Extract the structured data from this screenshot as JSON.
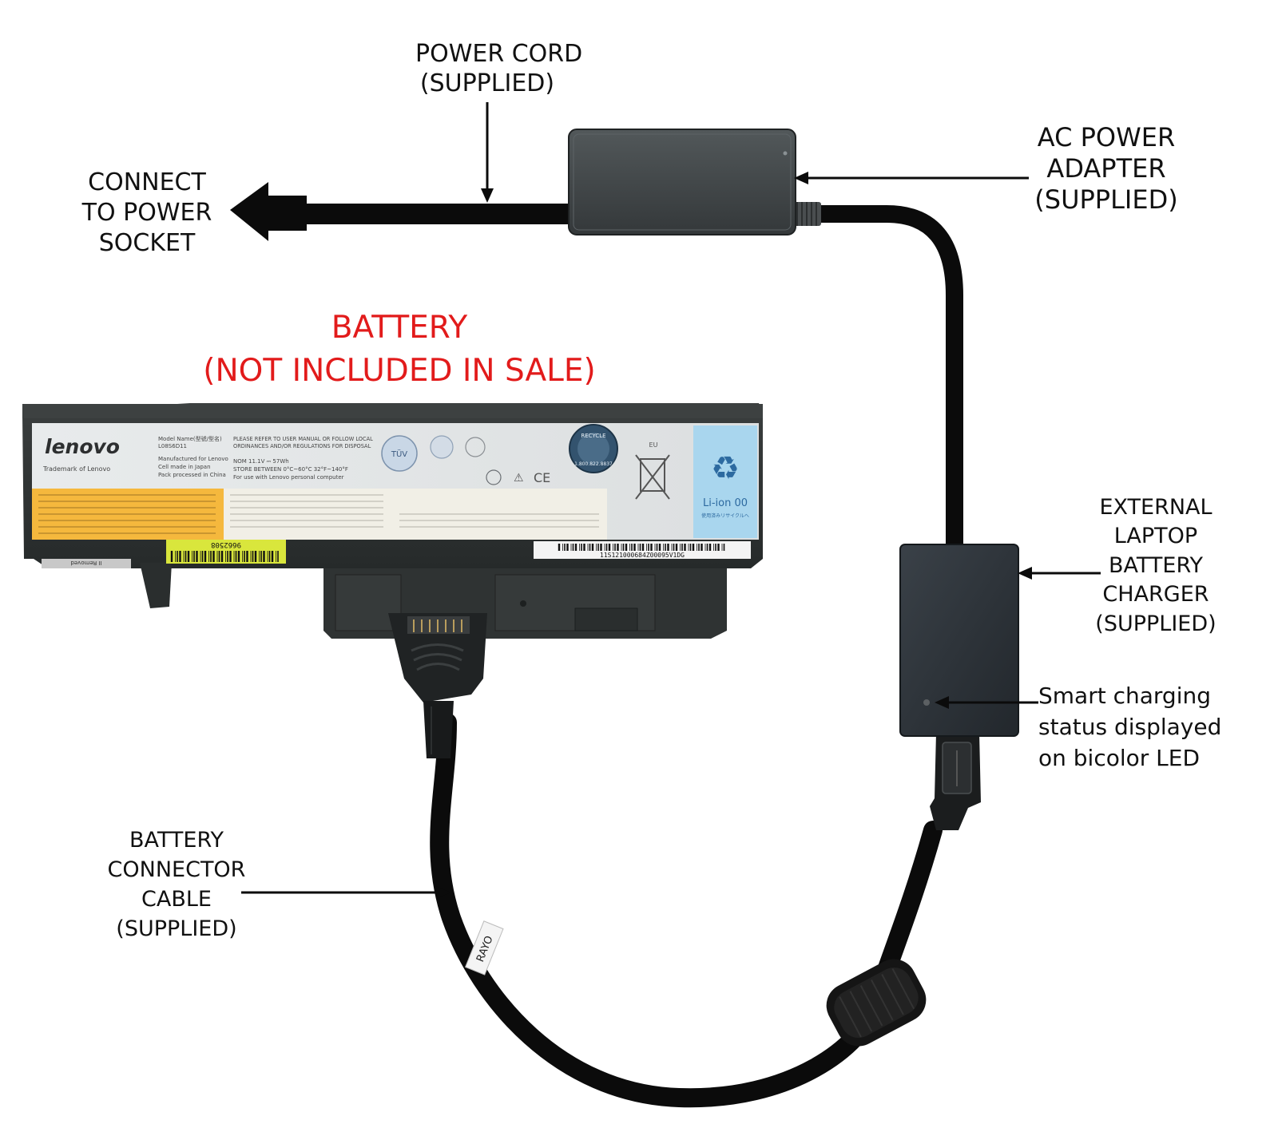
{
  "labels": {
    "power_cord": [
      "POWER CORD",
      "(SUPPLIED)"
    ],
    "ac_adapter": [
      "AC POWER",
      "ADAPTER",
      "(SUPPLIED)"
    ],
    "connect_socket": [
      "CONNECT",
      "TO POWER",
      "SOCKET"
    ],
    "battery_title": [
      "BATTERY",
      "(NOT INCLUDED IN SALE)"
    ],
    "external_charger": [
      "EXTERNAL",
      "LAPTOP",
      "BATTERY",
      "CHARGER",
      "(SUPPLIED)"
    ],
    "led_note": [
      "Smart charging",
      "status displayed",
      "on bicolor LED"
    ],
    "connector_cable": [
      "BATTERY",
      "CONNECTOR",
      "CABLE",
      "(SUPPLIED)"
    ]
  },
  "battery_label": {
    "brand": "lenovo",
    "trademark": "Trademark of Lenovo",
    "model_line": "Model Name(型號/型名)",
    "model": "L08S6D11",
    "manufactured": "Manufactured for Lenovo",
    "cell_made": "Cell made in Japan",
    "pack": "Pack processed in China",
    "refer": "PLEASE REFER TO USER MANUAL OR FOLLOW LOCAL",
    "ordinances": "ORDINANCES AND/OR REGULATIONS FOR DISPOSAL",
    "rating": "NOM 11.1V ⎓ 57Wh",
    "store": "STORE BETWEEN 0°C~60°C  32°F~140°F",
    "use": "For use with Lenovo personal computer",
    "tuv": "TÜV",
    "recycle": "RECYCLE",
    "recycle_phone": "1.800.822.8837",
    "eu": "EU",
    "chem": "Li-ion 00",
    "chem_jp": "使用済みリサイクルへ",
    "barcode_small": "9662508",
    "barcode_serial": "11S121000684Z00095V1DG",
    "removed_tag": "II Removed"
  },
  "cable_tag": "RAYO",
  "colors": {
    "label_red": "#e21b1b",
    "battery_body": "#2f3333",
    "warning_strip": "#f5b83d",
    "recycle_panel": "#a9d6ee",
    "barcode_yellow": "#d9e63c",
    "adapter_body": "#3f4345",
    "charger_body": "#2b3136",
    "cable": "#0b0b0b"
  }
}
